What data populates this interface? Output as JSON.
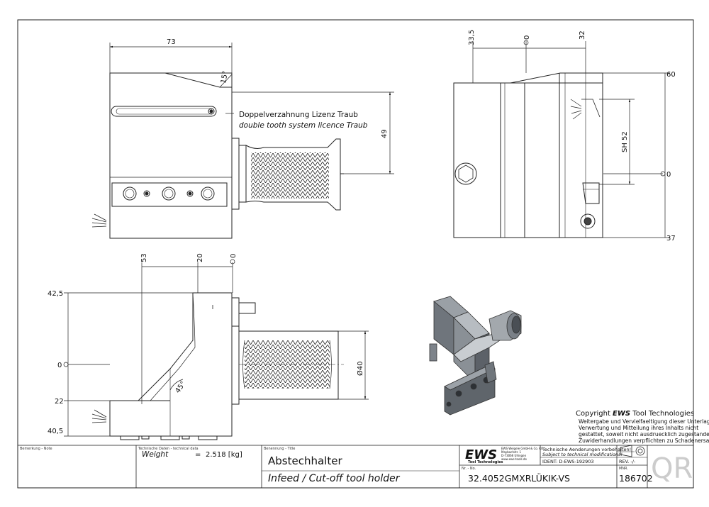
{
  "dimensions": {
    "front_width": "73",
    "chamfer_angle": "15°",
    "height_49": "49",
    "side_offset_left": "33,5",
    "side_zero": "0",
    "side_offset_right": "32",
    "side_top": "60",
    "side_sh": "SH 52",
    "side_right_zero": "0",
    "side_bottom": "37",
    "bottom_53": "53",
    "bottom_20": "20",
    "bottom_zero": "0",
    "bottom_425": "42,5",
    "bottom_left_zero": "0",
    "bottom_22": "22",
    "bottom_405": "40,5",
    "bottom_angle": "45°",
    "shank_diameter": "Ø40"
  },
  "notes": {
    "license_de": "Doppelverzahnung Lizenz Traub",
    "license_en": "double tooth system licence Traub"
  },
  "copyright": {
    "heading_prefix": "Copyright ",
    "heading_brand": "EWS",
    "heading_suffix": " Tool Technologies",
    "line1": "Weitergabe und Vervielfaeltigung dieser Unterlage,",
    "line2": "Verwertung und Mitteilung ihres Inhalts nicht",
    "line3": "gestattet, soweit nicht ausdruecklich zugestanden.",
    "line4": "Zuwiderhandlungen verpflichten zu Schadenersatz."
  },
  "title_block": {
    "remark_label": "Bemerkung - Note",
    "tech_label": "Technische Daten - technical data",
    "weight_label": "Weight",
    "weight_eq": "=",
    "weight_value": "2.518 [kg]",
    "name_label": "Benennung - Title",
    "title_de": "Abstechhalter",
    "title_en": "Infeed / Cut-off tool holder",
    "logo": "EWS",
    "logo_sub": "Tool Technologies",
    "company_line1": "EWS Weigele GmbH & Co. KG",
    "company_line2": "Maybachstr. 1",
    "company_line3": "D-73066 Uhingen",
    "company_line4": "www.ews-tools.de",
    "changes_de": "Technische Aenderungen vorbehalten!",
    "changes_en": "Subject to technical modifications!",
    "ident": "IDENT: D-EWS-192903",
    "rev": "REV. -/-",
    "no_label": "Nr. - No.",
    "part_number": "32.4052GMXRLÜKIK-VS",
    "mnr_label": "MNR.",
    "mnr": "186702",
    "qr": "QR"
  }
}
